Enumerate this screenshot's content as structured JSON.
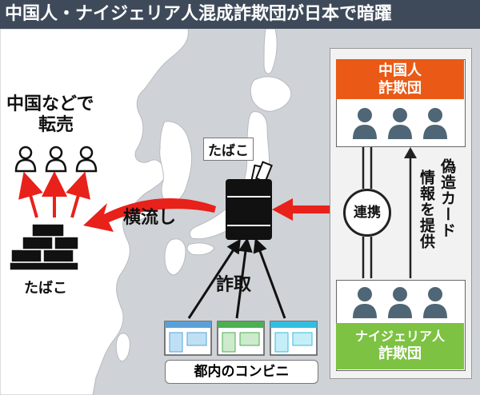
{
  "title": "中国人・ナイジェリア人混成詐欺団が日本で暗躍",
  "china_resale": {
    "line1": "中国などで",
    "line2": "転売"
  },
  "labels": {
    "tobacco_pile": "たばこ",
    "tobacco_box": "たばこ",
    "yokonagashi": "横流し",
    "sashu": "詐取",
    "convenience_stores": "都内のコンビニ"
  },
  "chinese_group": {
    "line1": "中国人",
    "line2": "詐欺団"
  },
  "nigerian_group": {
    "line1": "ナイジェリア人",
    "line2": "詐欺団"
  },
  "link_label": "連携",
  "fake_card_info": {
    "col1": "偽造カード",
    "col2": "情報を提供"
  },
  "icons": [
    "person-icon",
    "tobacco-box-icon",
    "tobacco-pile-icon",
    "convenience-store-icon"
  ],
  "colors": {
    "title_bg": "#3e4a59",
    "chinese_header": "#ea5a16",
    "nigerian_header": "#7dc242",
    "arrow_red": "#e8211a",
    "store_blue": "#5aa0d8",
    "store_green": "#4caf50",
    "store_cyan": "#33bde0",
    "person": "#4e6675",
    "sea": "#cfd2d6",
    "land": "#ffffff"
  }
}
